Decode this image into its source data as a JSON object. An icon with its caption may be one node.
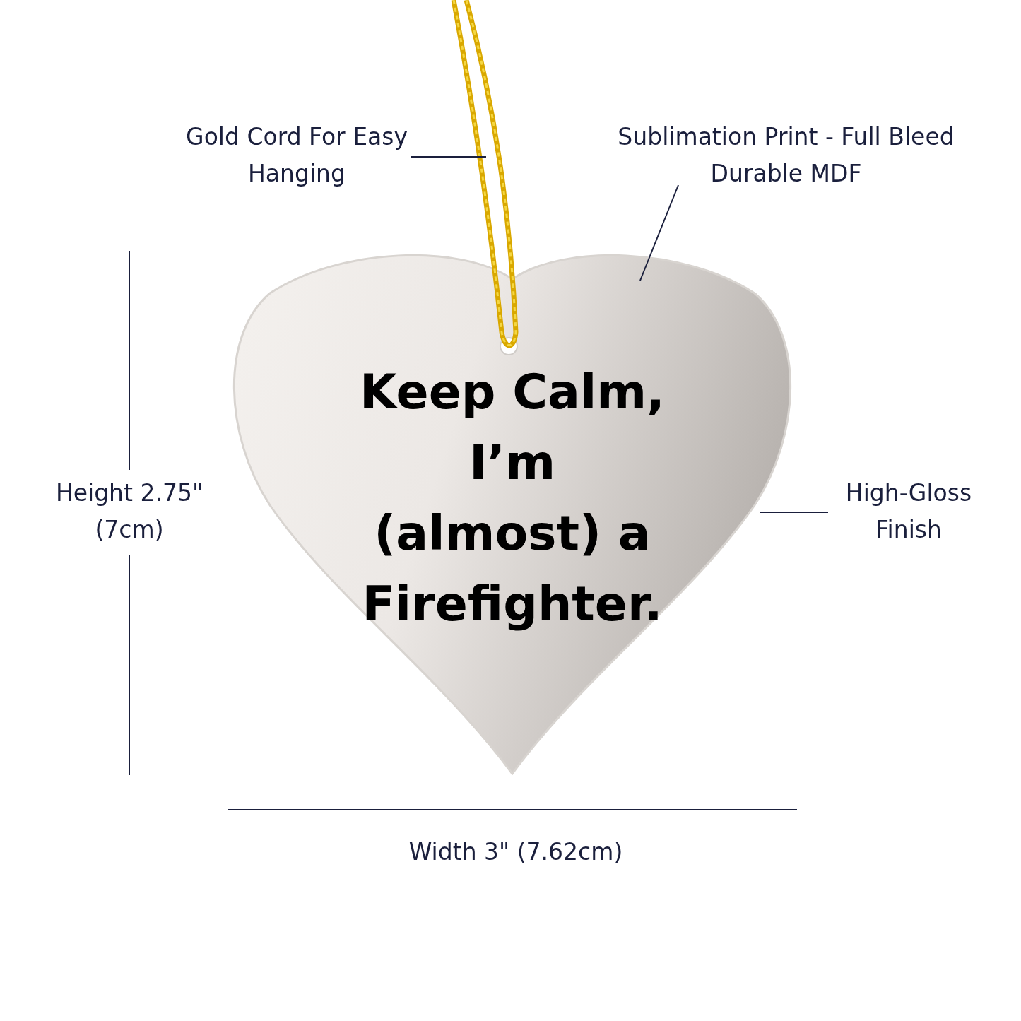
{
  "diagram": {
    "nodes": [
      {
        "text": [
          "Gold Cord For Easy Hanging"
        ]
      },
      {
        "text": [],
        "shape": "picture"
      },
      {
        "text": [
          "Sublimation Print - Full Bleed Durable MDF"
        ]
      },
      {
        "text": [
          "Keep Calm, I’m (almost) a Firefighter."
        ]
      },
      {
        "text": [
          "High-Gloss Finish"
        ]
      }
    ],
    "edges": [
      {
        "from": 0,
        "to": 1,
        "arrow": "none"
      },
      {
        "from": 2,
        "to": 3,
        "arrow": "none"
      },
      {
        "from": 4,
        "to": 3,
        "arrow": "none"
      }
    ],
    "labels": [
      "Height 2.75\" (7cm)",
      "Width 3\" (7.62cm)"
    ]
  }
}
